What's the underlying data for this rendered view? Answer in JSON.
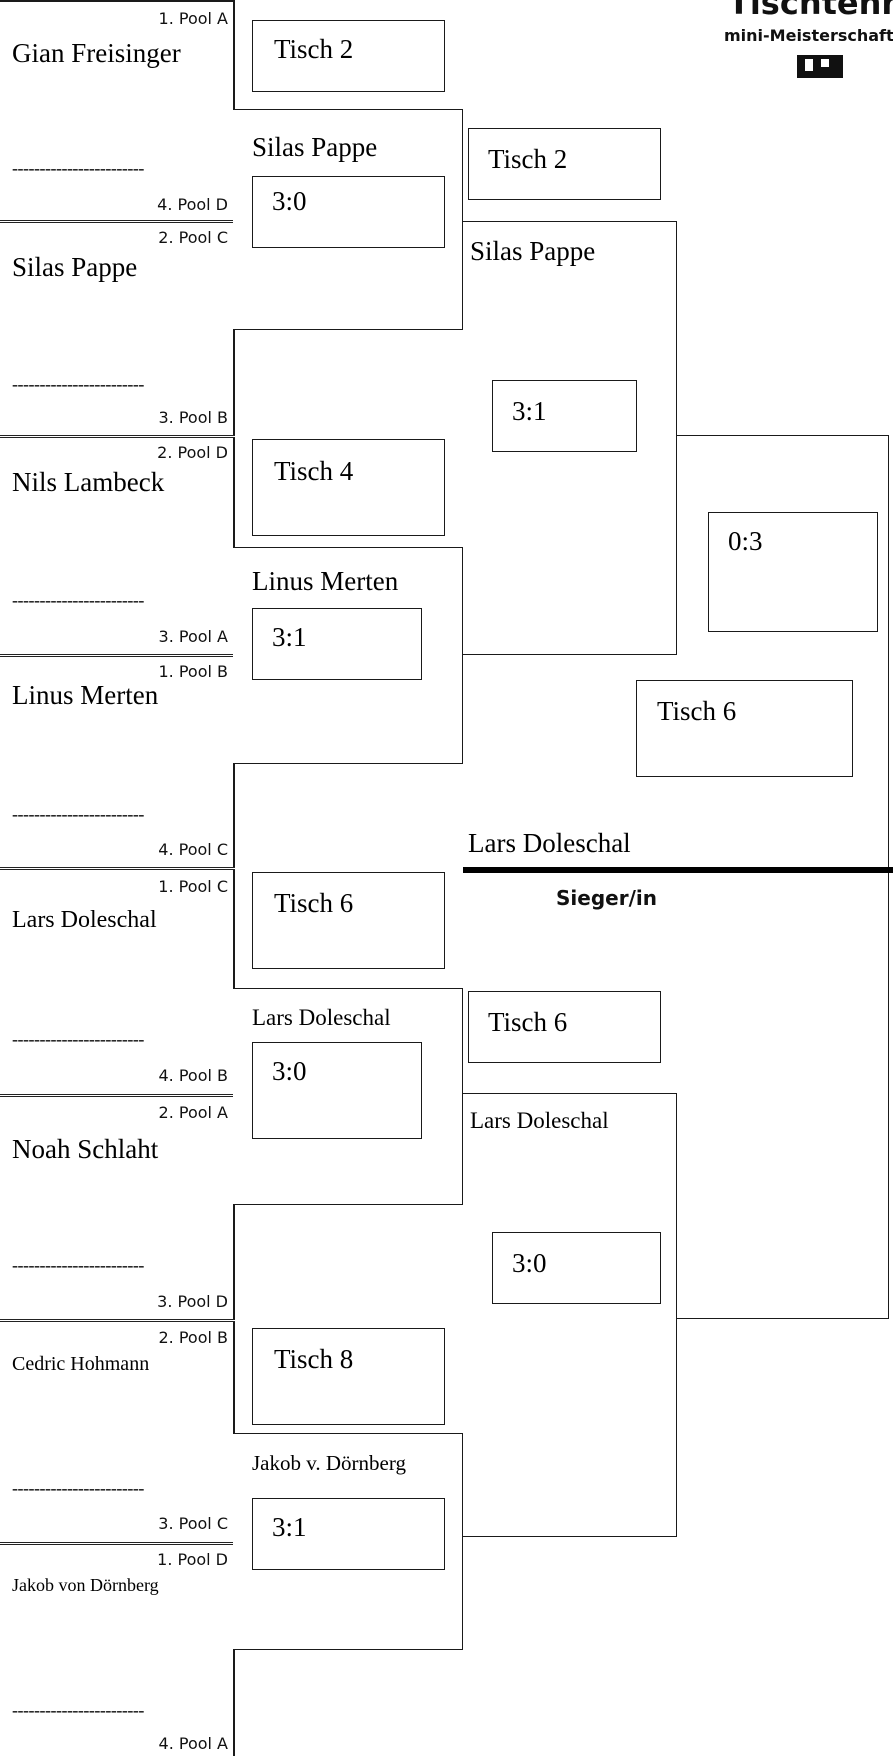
{
  "logo": {
    "title": "Tischtenn",
    "subtitle": "mini-Meisterschaft",
    "icon": "bank-logo-icon"
  },
  "placeholder": "------------------------",
  "slots": [
    {
      "seed": "1. Pool A",
      "name": "Gian Freisinger",
      "opp": "4. Pool D"
    },
    {
      "seed": "2. Pool C",
      "name": "Silas Pappe",
      "opp": "3. Pool B"
    },
    {
      "seed": "2. Pool D",
      "name": "Nils Lambeck",
      "opp": "3. Pool A"
    },
    {
      "seed": "1. Pool B",
      "name": "Linus Merten",
      "opp": "4. Pool C"
    },
    {
      "seed": "1. Pool C",
      "name": "Lars Doleschal",
      "opp": "4. Pool B"
    },
    {
      "seed": "2. Pool A",
      "name": "Noah Schlaht",
      "opp": "3. Pool D"
    },
    {
      "seed": "2. Pool B",
      "name": "Cedric Hohmann",
      "opp": "3. Pool C"
    },
    {
      "seed": "1. Pool D",
      "name": "Jakob von Dörnberg",
      "opp": "4. Pool A"
    }
  ],
  "round1": [
    {
      "table": "Tisch 2",
      "winner": "Silas Pappe",
      "score": "3:0"
    },
    {
      "table": "Tisch 4",
      "winner": "Linus Merten",
      "score": "3:1"
    },
    {
      "table": "Tisch 6",
      "winner": "Lars Doleschal",
      "score": "3:0"
    },
    {
      "table": "Tisch 8",
      "winner": "Jakob v. Dörnberg",
      "score": "3:1"
    }
  ],
  "round2": [
    {
      "table": "Tisch 2",
      "winner": "Silas Pappe",
      "score": "3:1"
    },
    {
      "table": "Tisch 6",
      "winner": "Lars Doleschal",
      "score": "3:0"
    }
  ],
  "final": {
    "score": "0:3",
    "table": "Tisch 6",
    "winner": "Lars Doleschal",
    "caption": "Sieger/in"
  }
}
